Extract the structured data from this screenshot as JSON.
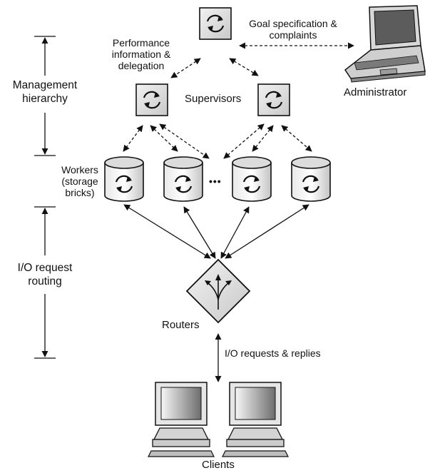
{
  "hierarchy": {
    "management_line1": "Management",
    "management_line2": "hierarchy",
    "io_line1": "I/O request",
    "io_line2": "routing"
  },
  "labels": {
    "perf_line1": "Performance",
    "perf_line2": "information &",
    "perf_line3": "delegation",
    "goal_line1": "Goal specification &",
    "goal_line2": "complaints",
    "administrator": "Administrator",
    "supervisors": "Supervisors",
    "workers_line1": "Workers",
    "workers_line2": "(storage",
    "workers_line3": "bricks)",
    "ellipsis": "•••",
    "routers": "Routers",
    "io_requests": "I/O requests & replies",
    "clients": "Clients"
  }
}
